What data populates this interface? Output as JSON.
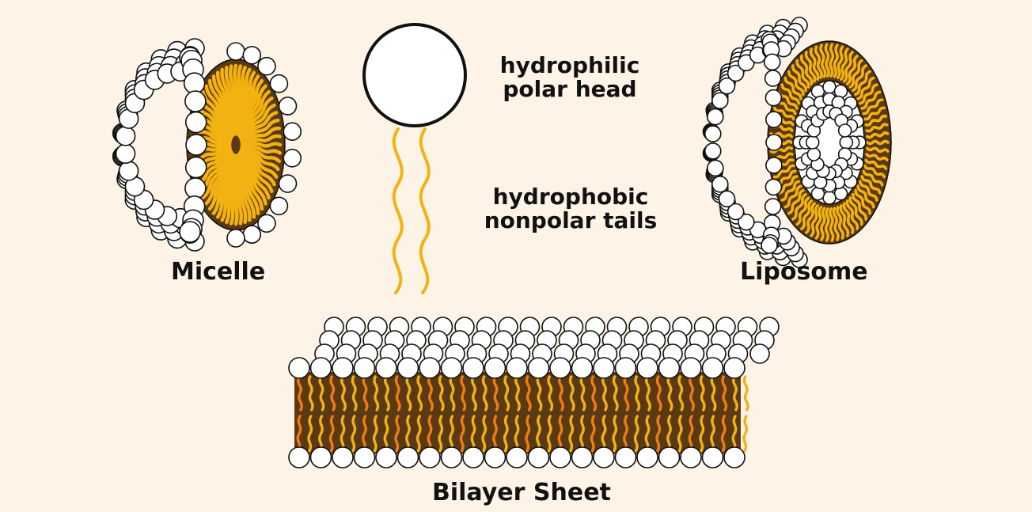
{
  "labels": {
    "head_line1": "hydrophilic",
    "head_line2": "polar head",
    "tail_line1": "hydrophobic",
    "tail_line2": "nonpolar tails",
    "micelle": "Micelle",
    "liposome": "Liposome",
    "bilayer": "Bilayer Sheet"
  },
  "colors": {
    "background": "#fdf3e7",
    "tail": "#f2b211",
    "tail_dark": "#5b3a13",
    "tail_orange": "#f07c12",
    "head_fill": "#ffffff",
    "outline": "#111111"
  },
  "icons": {
    "phospholipid": "phospholipid-icon",
    "micelle": "micelle-diagram",
    "liposome": "liposome-diagram",
    "bilayer": "bilayer-diagram"
  }
}
